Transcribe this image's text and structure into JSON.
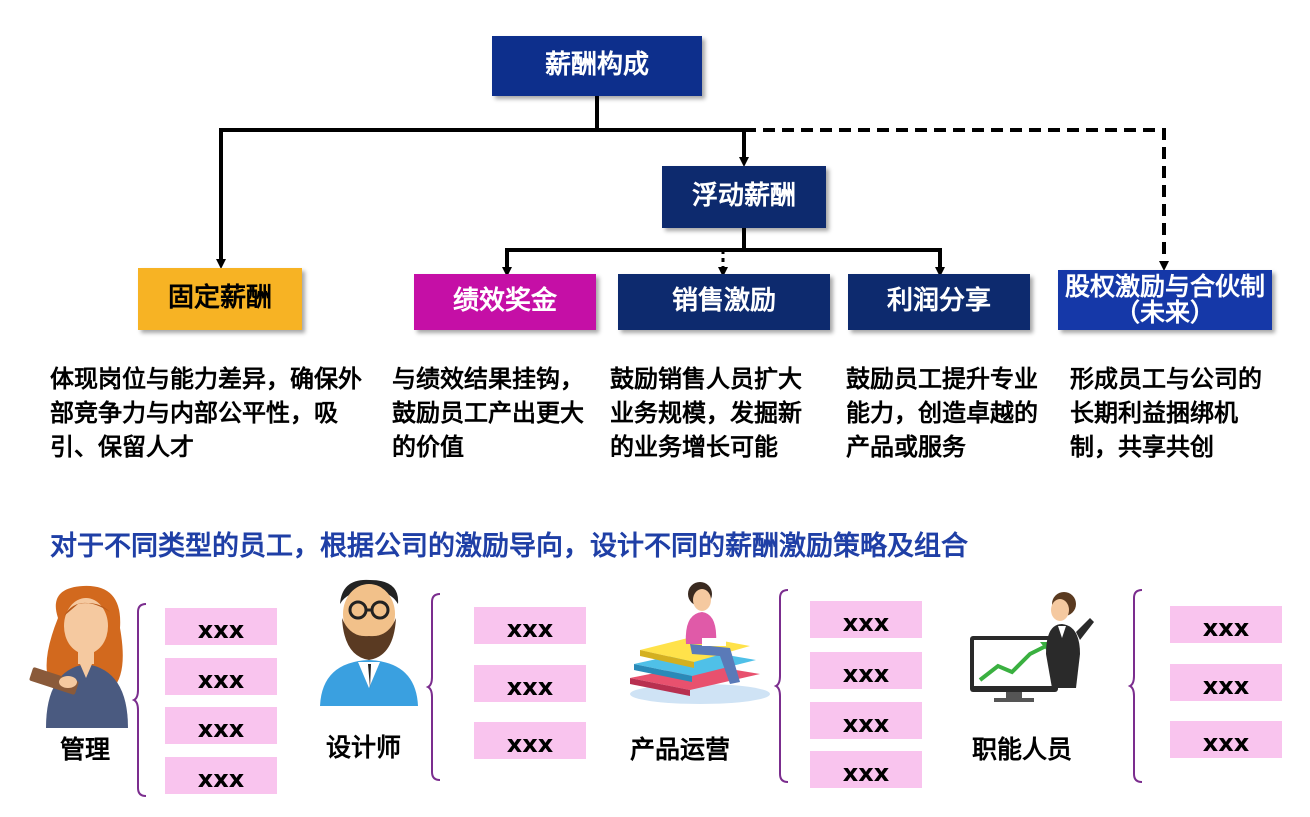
{
  "root": {
    "label": "薪酬构成",
    "color": "#0d2f8c"
  },
  "floating": {
    "label": "浮动薪酬",
    "color": "#0d2a6e"
  },
  "categories": [
    {
      "label": "固定薪酬",
      "color": "#f7b324",
      "text_color": "#000000",
      "desc": "体现岗位与能力差异，确保外部竞争力与内部公平性，吸引、保留人才"
    },
    {
      "label": "绩效奖金",
      "color": "#c50fa6",
      "text_color": "#ffffff",
      "desc": "与绩效结果挂钩，鼓励员工产出更大的价值"
    },
    {
      "label": "销售激励",
      "color": "#0d2a6e",
      "text_color": "#ffffff",
      "desc": "鼓励销售人员扩大业务规模，发掘新的业务增长可能"
    },
    {
      "label": "利润分享",
      "color": "#0d2a6e",
      "text_color": "#ffffff",
      "desc": "鼓励员工提升专业能力，创造卓越的产品或服务"
    },
    {
      "label": "股权激励与合伙制（未来）",
      "color": "#1538a8",
      "text_color": "#ffffff",
      "desc": "形成员工与公司的长期利益捆绑机制，共享共创"
    }
  ],
  "subtitle": "对于不同类型的员工，根据公司的激励导向，设计不同的薪酬激励策略及组合",
  "roles": [
    {
      "name": "管理",
      "items": [
        "xxx",
        "xxx",
        "xxx",
        "xxx"
      ]
    },
    {
      "name": "设计师",
      "items": [
        "xxx",
        "xxx",
        "xxx"
      ]
    },
    {
      "name": "产品运营",
      "items": [
        "xxx",
        "xxx",
        "xxx",
        "xxx"
      ]
    },
    {
      "name": "职能人员",
      "items": [
        "xxx",
        "xxx",
        "xxx"
      ]
    }
  ],
  "colors": {
    "accent": "#1f3fa6",
    "pill": "#f9c4ee",
    "bracket": "#7b2d8e"
  }
}
